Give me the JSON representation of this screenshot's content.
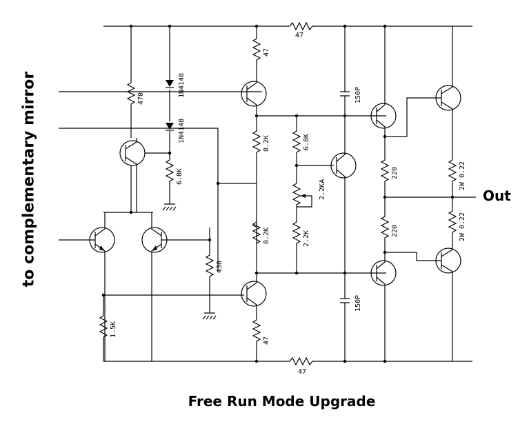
{
  "diagram": {
    "side_label": "to complementary mirror",
    "output_label": "Out",
    "caption": "Free Run Mode Upgrade",
    "resistors": {
      "r_top_47": "47",
      "r_bot_47": "47",
      "r_q_top_emitter": "47",
      "r_q_bot_emitter": "47",
      "r_470": "470",
      "r_6k8_left": "6.8K",
      "r_8k2_top": "8.2K",
      "r_8k2_bot": "8.2K",
      "r_6k8_mid": "6.8K",
      "r_2k2a": "2.2KA",
      "r_2k2": "2.2K",
      "r_220_top": "220",
      "r_220_bot": "220",
      "r_022_top": "2W 0.22",
      "r_022_bot": "2W 0.22",
      "r_430": "430",
      "r_1k5": "1.5K"
    },
    "capacitors": {
      "c_top": "150P",
      "c_bot": "150P"
    },
    "diodes": {
      "d1": "1N4148",
      "d2": "1N4148"
    }
  }
}
